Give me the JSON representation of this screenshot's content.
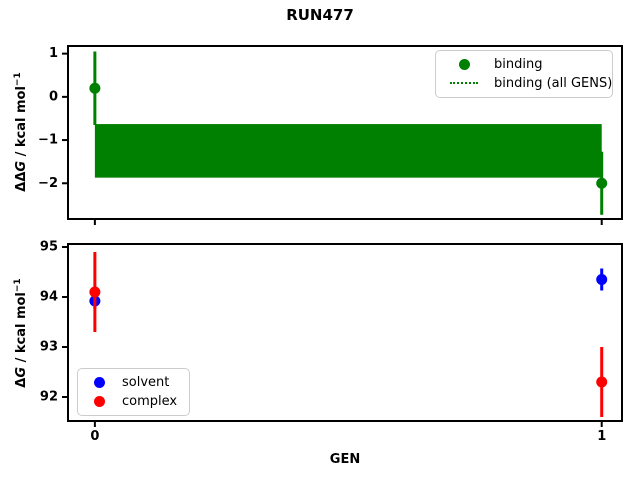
{
  "title": "RUN477",
  "xlabel": "GEN",
  "colors": {
    "binding_green": "#008000",
    "solvent_blue": "#0000ff",
    "complex_red": "#ff0000",
    "axis": "#000000",
    "legend_border": "#cccccc",
    "background": "#ffffff"
  },
  "chart_data": [
    {
      "type": "scatter",
      "ylabel": "ΔΔG / kcal mol⁻¹",
      "ylabel_parts": {
        "delta": "ΔΔ",
        "var": "G",
        "unit": " / kcal mol",
        "sup": "−1"
      },
      "xlim": [
        -0.055,
        1.042
      ],
      "ylim": [
        -2.85,
        1.2
      ],
      "xticks": [
        0,
        1
      ],
      "xtick_labels": [
        "",
        ""
      ],
      "yticks": [
        1,
        0,
        -1,
        -2
      ],
      "ytick_labels": [
        "1",
        "0",
        "−1",
        "−2"
      ],
      "grid": false,
      "series": [
        {
          "name": "binding (all GENS)",
          "style": "band",
          "color": "#008000",
          "x": [
            0,
            1
          ],
          "y_center": -1.25,
          "y_halfwidth": 0.62
        },
        {
          "name": "binding",
          "style": "errorbar",
          "color": "#008000",
          "x": [
            0,
            1
          ],
          "y": [
            0.2,
            -2.0
          ],
          "yerr": [
            0.85,
            0.73
          ]
        }
      ],
      "legend": {
        "position": "upper right",
        "entries": [
          {
            "label": "binding",
            "marker": "dot",
            "color": "#008000"
          },
          {
            "label": "binding (all GENS)",
            "marker": "dotted-line",
            "color": "#008000"
          }
        ]
      }
    },
    {
      "type": "scatter",
      "xlabel": "GEN",
      "ylabel": "ΔG / kcal mol⁻¹",
      "ylabel_parts": {
        "delta": "Δ",
        "var": "G",
        "unit": " / kcal mol",
        "sup": "−1"
      },
      "xlim": [
        -0.055,
        1.042
      ],
      "ylim": [
        91.5,
        95.08
      ],
      "xticks": [
        0,
        1
      ],
      "xtick_labels": [
        "0",
        "1"
      ],
      "yticks": [
        95,
        94,
        93,
        92
      ],
      "ytick_labels": [
        "95",
        "94",
        "93",
        "92"
      ],
      "grid": false,
      "series": [
        {
          "name": "solvent",
          "style": "errorbar",
          "color": "#0000ff",
          "x": [
            0,
            1
          ],
          "y": [
            93.92,
            94.35
          ],
          "yerr": [
            0.15,
            0.22
          ]
        },
        {
          "name": "complex",
          "style": "errorbar",
          "color": "#ff0000",
          "x": [
            0,
            1
          ],
          "y": [
            94.1,
            92.3
          ],
          "yerr": [
            0.8,
            0.7
          ]
        }
      ],
      "legend": {
        "position": "lower left",
        "entries": [
          {
            "label": "solvent",
            "marker": "dot",
            "color": "#0000ff"
          },
          {
            "label": "complex",
            "marker": "dot",
            "color": "#ff0000"
          }
        ]
      }
    }
  ]
}
